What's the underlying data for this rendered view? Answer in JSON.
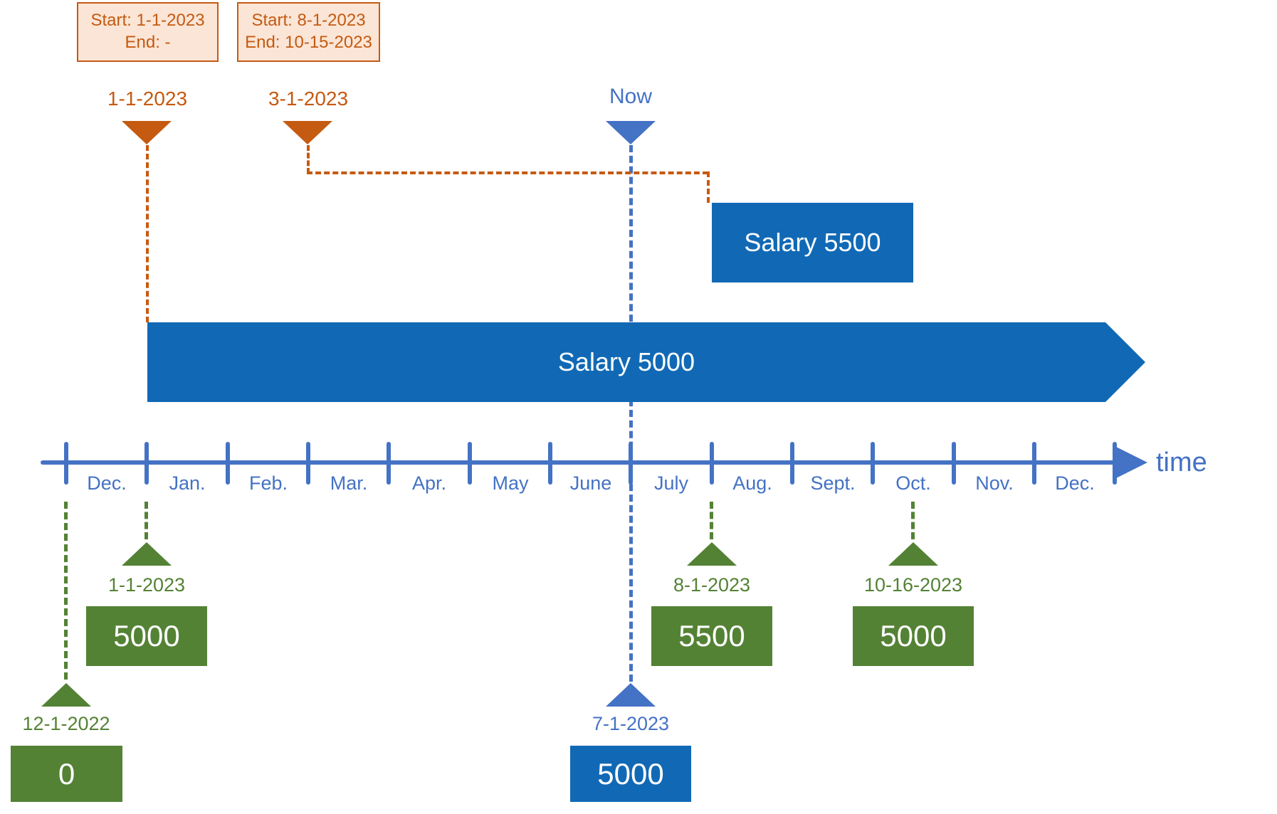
{
  "colors": {
    "axis_blue": "#4472C4",
    "bar_blue": "#1169B5",
    "green": "#548235",
    "orange": "#C55A11",
    "orange_fill": "#FBE5D6"
  },
  "annotations": [
    {
      "line1": "Start: 1-1-2023",
      "line2": "End: -"
    },
    {
      "line1": "Start: 8-1-2023",
      "line2": "End: 10-15-2023"
    }
  ],
  "event_markers": [
    {
      "label": "1-1-2023"
    },
    {
      "label": "3-1-2023"
    }
  ],
  "now_marker": {
    "label": "Now"
  },
  "bars": {
    "salary_5500": {
      "label": "Salary 5500"
    },
    "salary_5000": {
      "label": "Salary 5000"
    }
  },
  "axis": {
    "label": "time",
    "months": [
      "Dec.",
      "Jan.",
      "Feb.",
      "Mar.",
      "Apr.",
      "May",
      "June",
      "July",
      "Aug.",
      "Sept.",
      "Oct.",
      "Nov.",
      "Dec."
    ]
  },
  "milestones": [
    {
      "date": "12-1-2022",
      "value": "0",
      "color": "green"
    },
    {
      "date": "1-1-2023",
      "value": "5000",
      "color": "green"
    },
    {
      "date": "7-1-2023",
      "value": "5000",
      "color": "blue"
    },
    {
      "date": "8-1-2023",
      "value": "5500",
      "color": "green"
    },
    {
      "date": "10-16-2023",
      "value": "5000",
      "color": "green"
    }
  ]
}
